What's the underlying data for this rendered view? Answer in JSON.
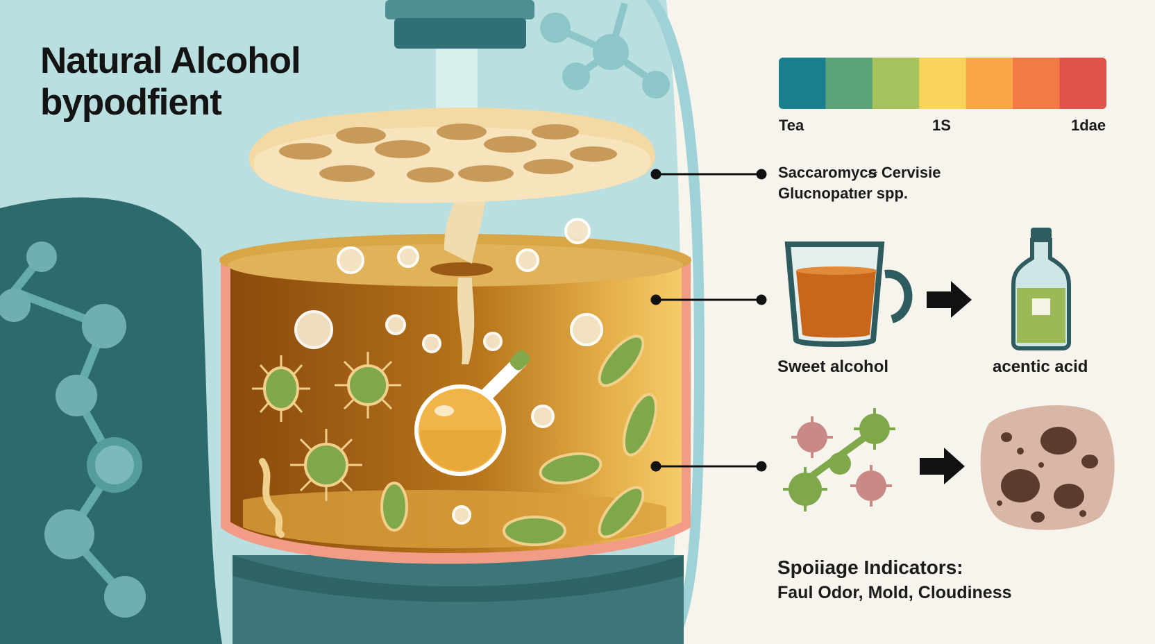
{
  "title": {
    "line1": "Natural Alcohol",
    "line2": "bypodfient"
  },
  "scale": {
    "colors": [
      "#1a7e8c",
      "#5da37a",
      "#a7c35e",
      "#f7d35a",
      "#f9a648",
      "#f27a45",
      "#e0524a"
    ],
    "ticks": [
      "Tea",
      "1S",
      "1dae"
    ]
  },
  "organisms": {
    "line1": "Saccaromycꞩ Cervisie",
    "line2": "Glucnopatıer spp."
  },
  "process": {
    "from_label": "Sweet alcohol",
    "to_label": "acentic acid"
  },
  "spoilage": {
    "heading": "Spoiiage Indicators:",
    "list": "Faul Odor, Mold, Cloudiness"
  },
  "colors": {
    "liquid": "#a85f12",
    "scoby": "#f5dcaa",
    "jar_glass": "#b7e0e2",
    "microbe_green": "#7fa84a",
    "panel_teal": "#2b6b6e",
    "background": "#f7f4ee"
  },
  "icons": [
    "molecule-icon",
    "scoby-icon",
    "bubble-icon",
    "microbe-icon",
    "flask-icon",
    "tea-cup-icon",
    "bottle-icon",
    "arrow-right-icon",
    "bacteria-icon",
    "mold-icon"
  ]
}
